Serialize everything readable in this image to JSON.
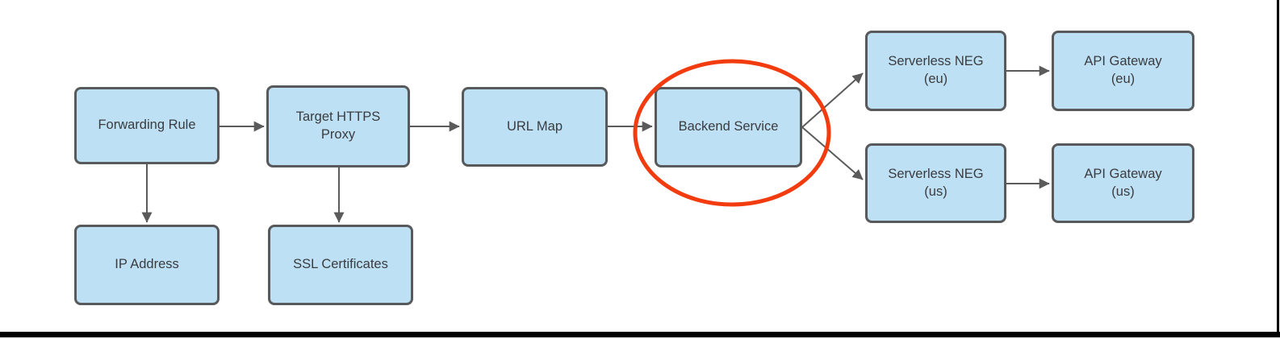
{
  "diagram": {
    "nodes": {
      "forwarding_rule": {
        "label": "Forwarding Rule"
      },
      "target_https_proxy": {
        "label": "Target HTTPS\nProxy"
      },
      "url_map": {
        "label": "URL Map"
      },
      "backend_service": {
        "label": "Backend Service"
      },
      "serverless_neg_eu": {
        "label": "Serverless NEG\n(eu)"
      },
      "api_gateway_eu": {
        "label": "API Gateway\n(eu)"
      },
      "serverless_neg_us": {
        "label": "Serverless NEG\n(us)"
      },
      "api_gateway_us": {
        "label": "API Gateway\n(us)"
      },
      "ip_address": {
        "label": "IP Address"
      },
      "ssl_certificates": {
        "label": "SSL Certificates"
      }
    },
    "edges": [
      {
        "from": "Forwarding Rule",
        "to": "Target HTTPS Proxy"
      },
      {
        "from": "Target HTTPS Proxy",
        "to": "URL Map"
      },
      {
        "from": "URL Map",
        "to": "Backend Service"
      },
      {
        "from": "Backend Service",
        "to": "Serverless NEG (eu)"
      },
      {
        "from": "Backend Service",
        "to": "Serverless NEG (us)"
      },
      {
        "from": "Serverless NEG (eu)",
        "to": "API Gateway (eu)"
      },
      {
        "from": "Serverless NEG (us)",
        "to": "API Gateway (us)"
      },
      {
        "from": "Forwarding Rule",
        "to": "IP Address"
      },
      {
        "from": "Target HTTPS Proxy",
        "to": "SSL Certificates"
      }
    ],
    "annotation": {
      "type": "ellipse-highlight",
      "around": "Backend Service",
      "color": "#f23b0e"
    },
    "colors": {
      "node_fill": "#bee0f4",
      "node_border": "#58595b",
      "arrow": "#5b5b5b",
      "highlight": "#f23b0e",
      "text": "#3a3c3f",
      "frame": "#000000"
    }
  }
}
